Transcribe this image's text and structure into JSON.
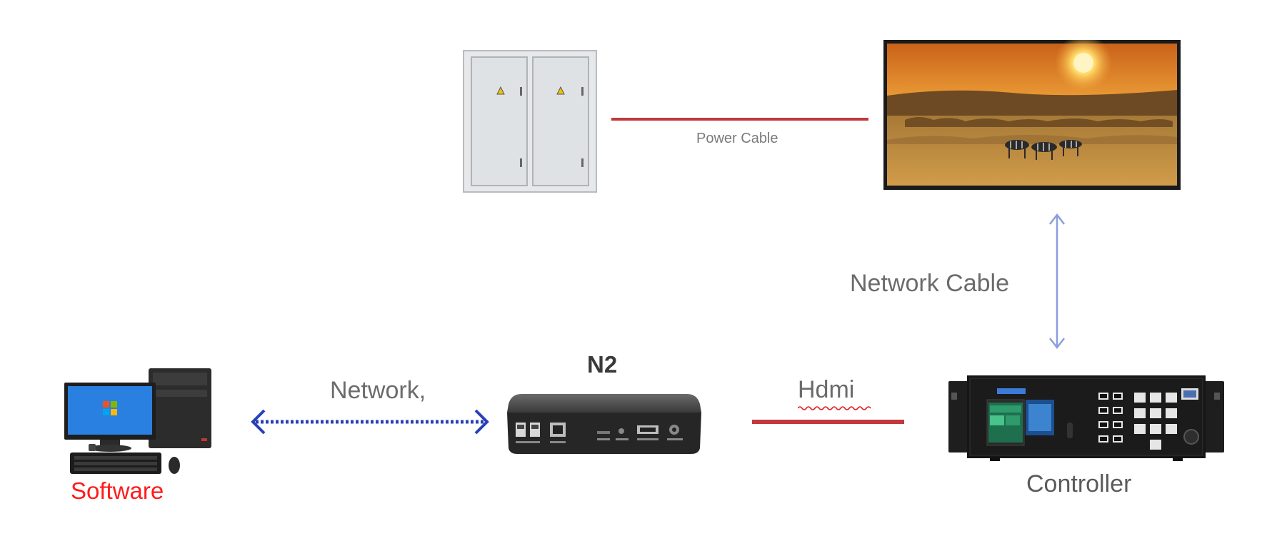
{
  "labels": {
    "power_cable": "Power Cable",
    "network_cable": "Network Cable",
    "n2": "N2",
    "network": "Network,",
    "hdmi": "Hdmi",
    "controller": "Controller",
    "software": "Software"
  },
  "colors": {
    "power_line": "#c0393b",
    "hdmi_line": "#c0393b",
    "network_arrow": "#2840b8",
    "network_cable_arrow": "#8a9ee0",
    "software_label": "#ff1a1a"
  },
  "icons": {
    "cabinet": "electrical-cabinet-icon",
    "screen": "led-display-icon",
    "computer": "desktop-computer-icon",
    "player": "n2-media-player-icon",
    "controller": "video-controller-icon"
  }
}
